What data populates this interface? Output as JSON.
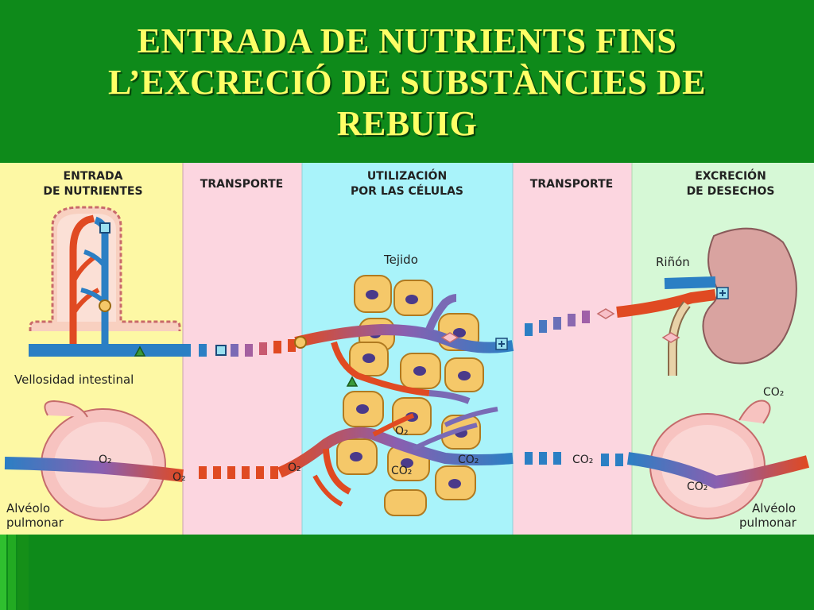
{
  "title": {
    "line1": "ENTRADA DE NUTRIENTS FINS",
    "line2": "L’EXCRECIÓ DE SUBSTÀNCIES DE",
    "line3": "REBUIG"
  },
  "columns": {
    "entrada": {
      "line1": "ENTRADA",
      "line2": "DE NUTRIENTES",
      "color": "#fdf8a4"
    },
    "transporte1": {
      "label": "TRANSPORTE",
      "color": "#fcd6e0"
    },
    "utilizacion": {
      "line1": "UTILIZACIÓN",
      "line2": "POR LAS CÉLULAS",
      "color": "#a9f3fa"
    },
    "transporte2": {
      "label": "TRANSPORTE",
      "color": "#fcd6e0"
    },
    "excrecion": {
      "line1": "EXCRECIÓN",
      "line2": "DE DESECHOS",
      "color": "#d6f8d6"
    }
  },
  "labels": {
    "vellosidad": "Vellosidad intestinal",
    "tejido": "Tejido",
    "rinon": "Riñón",
    "alveolo_left_1": "Alvéolo",
    "alveolo_left_2": "pulmonar",
    "alveolo_right_1": "Alvéolo",
    "alveolo_right_2": "pulmonar",
    "o2": "O₂",
    "co2": "CO₂"
  },
  "colors": {
    "background": "#0e8a1a",
    "title": "#ffff66",
    "artery": "#e04a22",
    "vein": "#2b7fc4",
    "cell": "#f5c869",
    "nucleus": "#5a4a9a",
    "organ": "#f5b3b3",
    "kidney": "#d9a3a0"
  }
}
